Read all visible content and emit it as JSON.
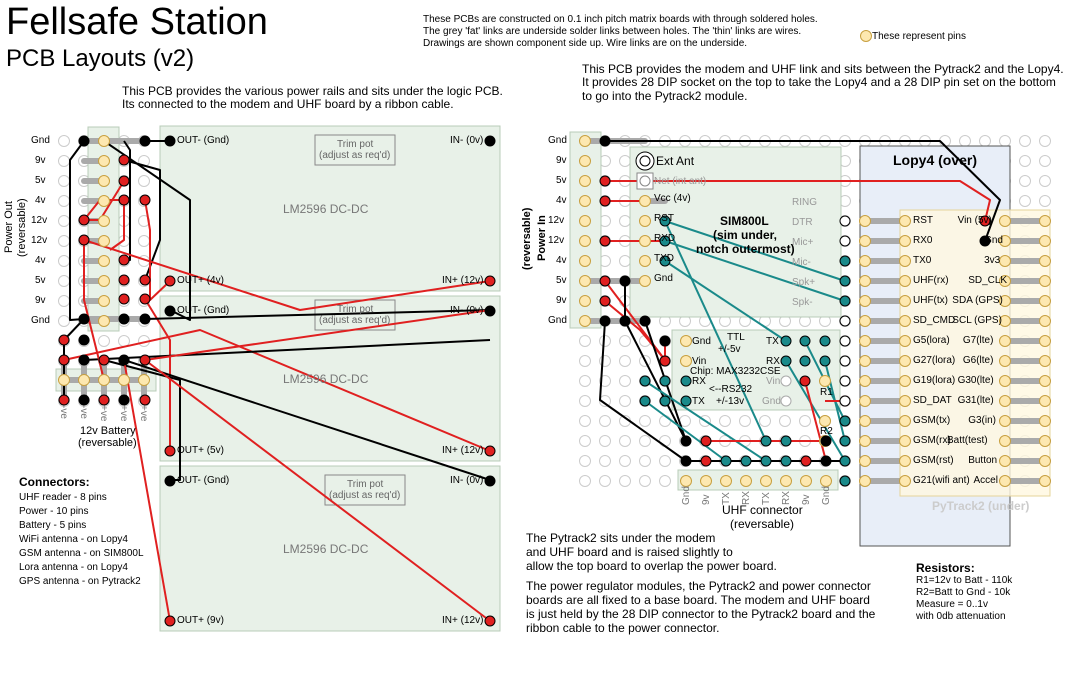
{
  "header": {
    "title": "Fellsafe Station",
    "subtitle": "PCB Layouts (v2)",
    "notes": [
      "These PCBs are constructed on 0.1 inch pitch matrix boards with through soldered holes.",
      "The grey 'fat' links are underside solder links between holes. The 'thin' links are wires.",
      "Drawings are shown component side up. Wire links are on the underside."
    ],
    "pin_legend": "These represent pins"
  },
  "power_board": {
    "description_1": "This PCB provides the various power rails and sits under the logic PCB.",
    "description_2": "Its connected to the modem and UHF board by a ribbon cable.",
    "power_out_label": "Power Out",
    "power_out_sub": "(reversable)",
    "left_labels": [
      "Gnd",
      "9v",
      "5v",
      "4v",
      "12v",
      "12v",
      "4v",
      "5v",
      "9v",
      "Gnd"
    ],
    "battery_label": "12v Battery",
    "battery_sub": "(reversable)",
    "battery_pins": [
      "-ve",
      "-ve",
      "+ve",
      "+ve",
      "+ve"
    ],
    "modules": [
      {
        "name": "LM2596 DC-DC",
        "out_gnd": "OUT- (Gnd)",
        "in_gnd": "IN- (0v)",
        "out_pos": "OUT+ (4v)",
        "in_pos": "IN+ (12v)",
        "trim": "Trim pot",
        "trim_sub": "(adjust as req'd)"
      },
      {
        "name": "LM2596 DC-DC",
        "out_gnd": "OUT- (Gnd)",
        "in_gnd": "IN- (0v)",
        "out_pos": "OUT+ (5v)",
        "in_pos": "IN+ (12v)",
        "trim": "Trim pot",
        "trim_sub": "(adjust as req'd)"
      },
      {
        "name": "LM2596 DC-DC",
        "out_gnd": "OUT- (Gnd)",
        "in_gnd": "IN- (0v)",
        "out_pos": "OUT+ (9v)",
        "in_pos": "IN+ (12v)",
        "trim": "Trim pot",
        "trim_sub": "(adjust as req'd)"
      }
    ],
    "connectors_title": "Connectors:",
    "connectors": [
      "UHF reader - 8 pins",
      "Power - 10 pins",
      "Battery - 5 pins",
      "WiFi antenna - on Lopy4",
      "GSM antenna - on SIM800L",
      "Lora antenna - on Lopy4",
      "GPS antenna - on Pytrack2"
    ]
  },
  "modem_board": {
    "description_1": "This PCB provides the modem and UHF link and sits between the Pytrack2 and the Lopy4.",
    "description_2": "It provides 28 DIP socket on the top to take the Lopy4 and a 28 DIP pin set on the bottom",
    "description_3": "to go into the Pytrack2 module.",
    "power_in_label": "Power In",
    "power_in_sub": "(reversable)",
    "left_labels": [
      "Gnd",
      "9v",
      "5v",
      "4v",
      "12v",
      "12v",
      "4v",
      "5v",
      "9v",
      "Gnd"
    ],
    "sim": {
      "name": "SIM800L",
      "sub1": "(sim under,",
      "sub2": "notch outermost)",
      "ext_ant": "Ext Ant",
      "net_ant": "Net (int ant)",
      "vcc": "Vcc (4v)",
      "left_pins": [
        "RST",
        "RXD",
        "TXD",
        "Gnd"
      ],
      "right_pins": [
        "RING",
        "DTR",
        "Mic+",
        "Mic-",
        "Spk+",
        "Spk-"
      ]
    },
    "max": {
      "gnd": "Gnd",
      "vin": "Vin",
      "rx": "RX",
      "tx": "TX",
      "ttl": "TTL",
      "ttl_v": "+/-5v",
      "chip": "Chip: MAX3232CSE",
      "rs": "<--RS232",
      "rs_v": "+/-13v",
      "tx_r": "TX",
      "rx_r": "RX",
      "vin_r": "Vin",
      "gnd_r": "Gnd"
    },
    "uhf_pins": [
      "Gnd",
      "9v",
      "TX",
      "RX",
      "TX",
      "RX",
      "9v",
      "Gnd"
    ],
    "uhf_label": "UHF connector",
    "uhf_sub": "(reversable)",
    "r1": "R1",
    "r2": "R2",
    "lopy_title": "Lopy4 (over)",
    "lopy_left": [
      "RST",
      "RX0",
      "TX0",
      "UHF(rx)",
      "UHF(tx)",
      "SD_CMD",
      "G5(lora)",
      "G27(lora)",
      "G19(lora)",
      "SD_DAT",
      "GSM(tx)",
      "GSM(rx)",
      "GSM(rst)",
      "G21(wifi ant)"
    ],
    "lopy_right": [
      "Vin (5v)",
      "Gnd",
      "3v3",
      "SD_CLK",
      "SDA (GPS)",
      "SCL (GPS)",
      "G7(lte)",
      "G6(lte)",
      "G30(lte)",
      "G31(lte)",
      "G3(in)",
      "Batt(test)",
      "Button",
      "Accel"
    ],
    "pytrack": "PyTrack2 (under)"
  },
  "notes_bottom": {
    "p1_1": "The Pytrack2 sits under the modem",
    "p1_2": "and UHF board and is raised slightly to",
    "p1_3": "allow the top board to overlap the power board.",
    "p2_1": "The power regulator modules, the Pytrack2 and power connector",
    "p2_2": "boards are all fixed to a base board. The modem and UHF board",
    "p2_3": "is just held by the 28 DIP connector to the Pytrack2 board and the",
    "p2_4": "ribbon cable to the power connector."
  },
  "resistors": {
    "title": "Resistors",
    "lines": [
      "R1=12v to Batt - 110k",
      "R2=Batt to Gnd - 10k",
      "Measure = 0..1v",
      "with 0db attenuation"
    ]
  },
  "colors": {
    "module_fill": "#e8f1e8",
    "pin_fill": "#fde8b0",
    "red": "#e02020",
    "teal": "#1a8a8a",
    "link": "#aaaaaa",
    "lopy_fill": "#e8eef8"
  }
}
